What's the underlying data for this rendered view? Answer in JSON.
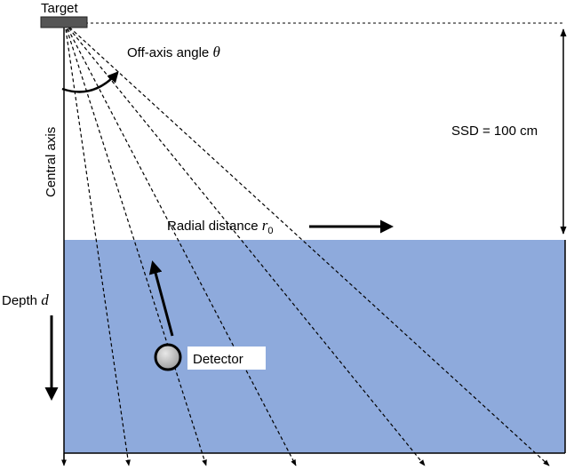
{
  "labels": {
    "target": "Target",
    "off_axis_angle": "Off-axis angle",
    "off_axis_symbol": "θ",
    "ssd": "SSD = 100 cm",
    "central_axis": "Central axis",
    "radial_distance": "Radial distance",
    "radial_symbol": "r",
    "radial_subscript": "0",
    "depth": "Depth",
    "depth_symbol": "d",
    "detector": "Detector"
  },
  "colors": {
    "phantom": "#8eaadc",
    "target": "#555555",
    "detector": "#b8b8b8",
    "line": "#000000"
  }
}
